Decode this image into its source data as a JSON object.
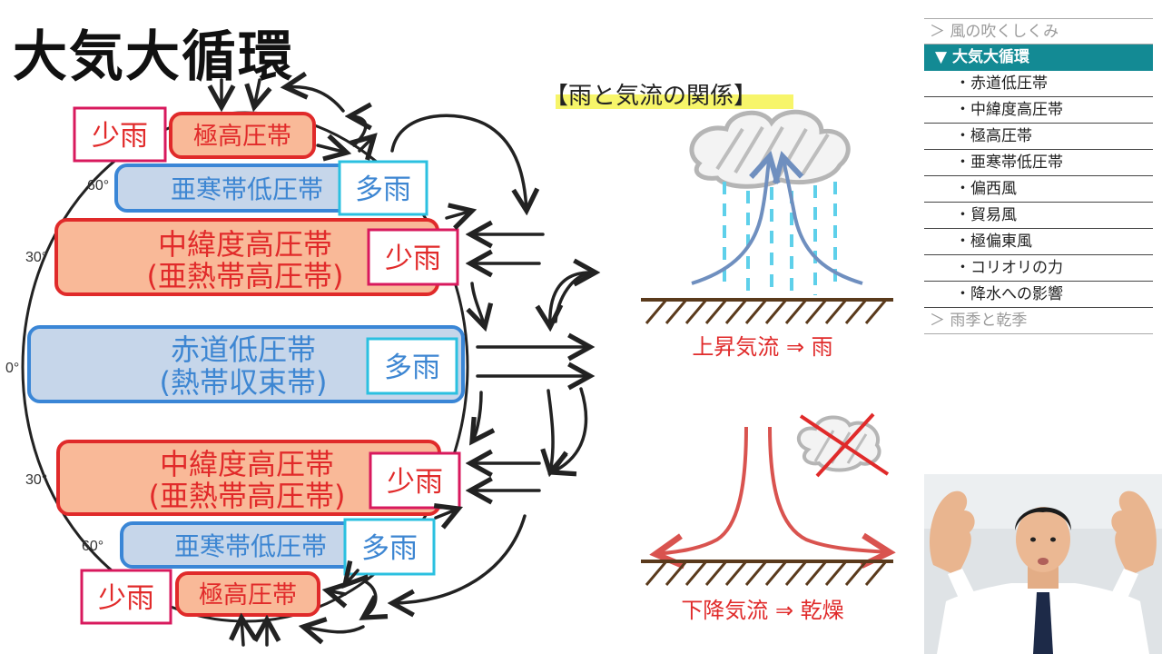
{
  "page_title": "大気大循環",
  "rain_section": {
    "heading": "【雨と気流の関係】",
    "updraft_caption": "上昇気流 ⇒ 雨",
    "downdraft_caption": "下降気流 ⇒ 乾燥"
  },
  "latitudes": {
    "lat60_north": "60°",
    "lat30_north": "30°",
    "lat0": "0°",
    "lat30_south": "30°",
    "lat60_south": "60°"
  },
  "zones": {
    "polar_high_north": "極高圧帯",
    "subpolar_low_north": "亜寒帯低圧帯",
    "subtropical_high_north_line1": "中緯度高圧帯",
    "subtropical_high_north_line2": "(亜熱帯高圧帯)",
    "equatorial_low_line1": "赤道低圧帯",
    "equatorial_low_line2": "(熱帯収束帯)",
    "subtropical_high_south_line1": "中緯度高圧帯",
    "subtropical_high_south_line2": "(亜熱帯高圧帯)",
    "subpolar_low_south": "亜寒帯低圧帯",
    "polar_high_south": "極高圧帯"
  },
  "rain_labels": {
    "polar_north": "少雨",
    "subpolar_north": "多雨",
    "subtropical_north": "少雨",
    "equatorial": "多雨",
    "subtropical_south": "少雨",
    "subpolar_south": "多雨",
    "polar_south": "少雨"
  },
  "sidebar": {
    "items": [
      {
        "label": "＞ 風の吹くしくみ",
        "state": "muted"
      },
      {
        "label": "▼ 大気大循環",
        "state": "active"
      },
      {
        "label": "・赤道低圧帯",
        "state": "sub"
      },
      {
        "label": "・中緯度高圧帯",
        "state": "sub"
      },
      {
        "label": "・極高圧帯",
        "state": "sub"
      },
      {
        "label": "・亜寒帯低圧帯",
        "state": "sub"
      },
      {
        "label": "・偏西風",
        "state": "sub"
      },
      {
        "label": "・貿易風",
        "state": "sub"
      },
      {
        "label": "・極偏東風",
        "state": "sub"
      },
      {
        "label": "・コリオリの力",
        "state": "sub"
      },
      {
        "label": "・降水への影響",
        "state": "sub"
      },
      {
        "label": "＞ 雨季と乾季",
        "state": "muted"
      }
    ]
  },
  "colors": {
    "high_pressure_fill": "#f9b998",
    "high_pressure_border": "#e02a2a",
    "high_pressure_text": "#e12a2a",
    "low_pressure_fill": "#c6d6ea",
    "low_pressure_border": "#3a86d6",
    "low_pressure_text": "#3d86d2",
    "dry_box_border": "#d8195d",
    "wet_box_border": "#2bc0e0",
    "accent_teal": "#138a94",
    "highlight_yellow": "#f7f56a"
  }
}
